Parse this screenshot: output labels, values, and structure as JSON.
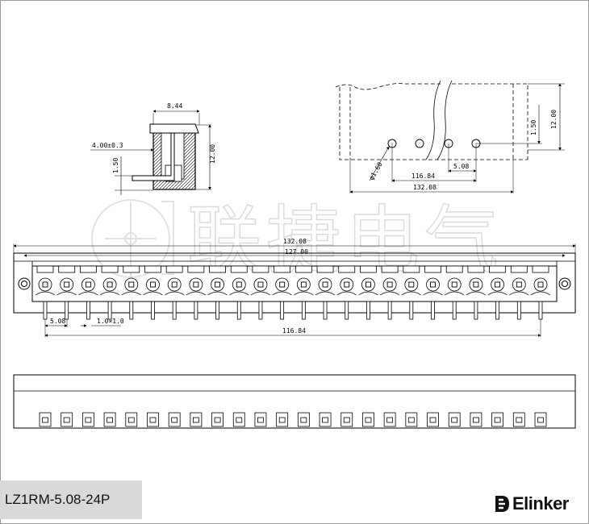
{
  "drawing": {
    "part_number": "LZ1RM-5.08-24P",
    "brand": "Elinker",
    "watermark": "联捷电气",
    "pin_count": 24,
    "side_view": {
      "width": "8.44",
      "height": "12.00",
      "pin_offset": "4.00±0.3",
      "pin_height": "1.50"
    },
    "pcb_layout": {
      "height": "12.00",
      "row_offset": "1.50",
      "hole_dia": "φ1.60",
      "span": "116.84",
      "pitch": "5.08",
      "overall": "132.08"
    },
    "front_view": {
      "overall": "132.08",
      "mount_span": "127.00",
      "pitch": "5.08",
      "pin_size": "1.0×1.0",
      "pin_span": "116.84"
    }
  }
}
